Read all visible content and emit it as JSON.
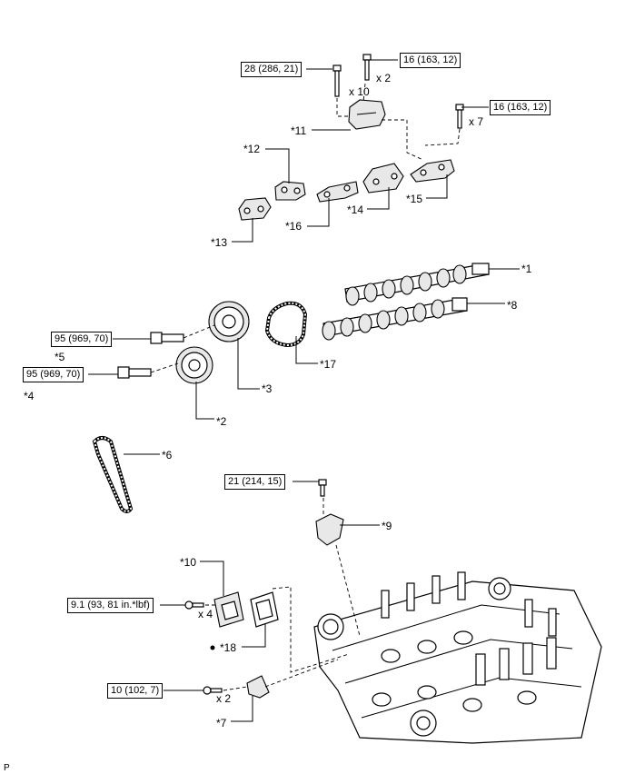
{
  "torque_specs": {
    "t28": "28 (286, 21)",
    "t16a": "16 (163, 12)",
    "t16b": "16 (163, 12)",
    "t95a": "95 (969, 70)",
    "t95b": "95 (969, 70)",
    "t21": "21 (214, 15)",
    "t91": "9.1 (93, 81 in.*lbf)",
    "t10": "10 (102, 7)"
  },
  "quantities": {
    "q10": "x 10",
    "q2a": "x 2",
    "q7": "x 7",
    "q4": "x 4",
    "q2b": "x 2"
  },
  "callouts": {
    "c1": "*1",
    "c2": "*2",
    "c3": "*3",
    "c4": "*4",
    "c5": "*5",
    "c6": "*6",
    "c7": "*7",
    "c8": "*8",
    "c9": "*9",
    "c10": "*10",
    "c11": "*11",
    "c12": "*12",
    "c13": "*13",
    "c14": "*14",
    "c15": "*15",
    "c16": "*16",
    "c17": "*17",
    "c18": "*18"
  },
  "footer_mark": "P"
}
